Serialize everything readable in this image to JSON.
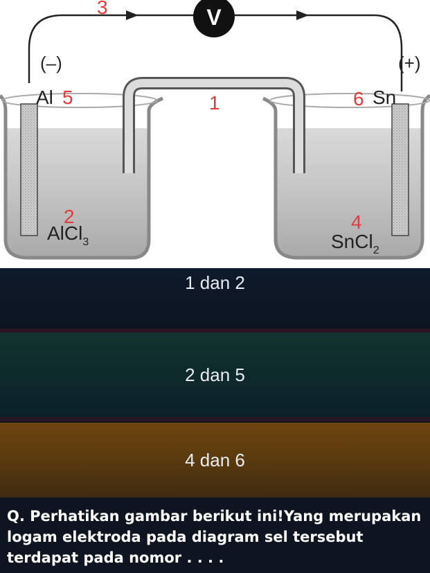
{
  "diagram": {
    "voltmeter": "V",
    "neg_sign": "(–)",
    "pos_sign": "(+)",
    "left_electrode": "Al",
    "right_electrode": "Sn",
    "left_solution": "AlCl",
    "left_solution_sub": "3",
    "right_solution": "SnCl",
    "right_solution_sub": "2",
    "num_1": "1",
    "num_2": "2",
    "num_3": "3",
    "num_4": "4",
    "num_5": "5",
    "num_6": "6"
  },
  "options": [
    {
      "label": "1 dan 2"
    },
    {
      "label": "2 dan 5"
    },
    {
      "label": "4 dan 6"
    }
  ],
  "question": "Q. Perhatikan gambar berikut ini!Yang merupakan logam elektroda pada diagram sel tersebut terdapat pada nomor . . . .",
  "colors": {
    "number_red": "#e23b3b"
  }
}
